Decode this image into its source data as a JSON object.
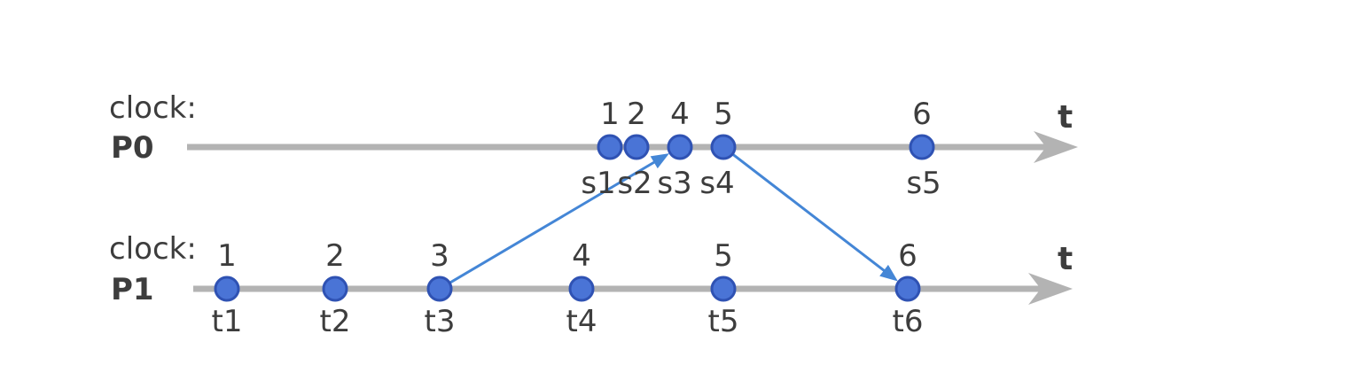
{
  "colors": {
    "timeline": "#b3b3b3",
    "event_fill": "#4a74d6",
    "event_stroke": "#2f52b3",
    "message": "#4486d6",
    "text": "#3d3d3d"
  },
  "processes": [
    {
      "clock_label": "clock:",
      "name": "P0",
      "axis_label": "t",
      "events": [
        {
          "clock": "1",
          "label": "s1"
        },
        {
          "clock": "2",
          "label": "s2"
        },
        {
          "clock": "4",
          "label": "s3"
        },
        {
          "clock": "5",
          "label": "s4"
        },
        {
          "clock": "6",
          "label": "s5"
        }
      ]
    },
    {
      "clock_label": "clock:",
      "name": "P1",
      "axis_label": "t",
      "events": [
        {
          "clock": "1",
          "label": "t1"
        },
        {
          "clock": "2",
          "label": "t2"
        },
        {
          "clock": "3",
          "label": "t3"
        },
        {
          "clock": "4",
          "label": "t4"
        },
        {
          "clock": "5",
          "label": "t5"
        },
        {
          "clock": "6",
          "label": "t6"
        }
      ]
    }
  ],
  "messages": [
    {
      "from": "t3",
      "to": "s3"
    },
    {
      "from": "s4",
      "to": "t6"
    }
  ]
}
